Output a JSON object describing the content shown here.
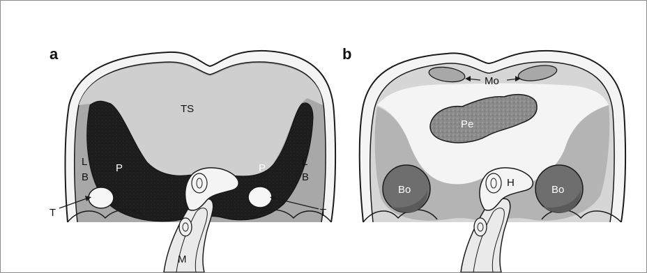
{
  "panels": [
    {
      "letter": "a",
      "labels": {
        "ts": "TS",
        "p_left": "P",
        "p_right": "P",
        "l_left": "L",
        "b_left": "B",
        "l_right": "L",
        "b_right": "B",
        "t_left": "T",
        "t_right": "T",
        "m": "M"
      }
    },
    {
      "letter": "b",
      "labels": {
        "mo": "Mo",
        "pe": "Pe",
        "h": "H",
        "bo_left": "Bo",
        "bo_right": "Bo"
      }
    }
  ],
  "colors": {
    "outline": "#1a1a1a",
    "outer_body": "#f2f2f2",
    "light_gray": "#cfcfcf",
    "mid_gray": "#a9a9a9",
    "dark_region": "#1e1e1e",
    "tendon_white": "#f6f6f6",
    "bo_circle": "#6e6e6e",
    "pe_blob": "#8f8f8f"
  }
}
